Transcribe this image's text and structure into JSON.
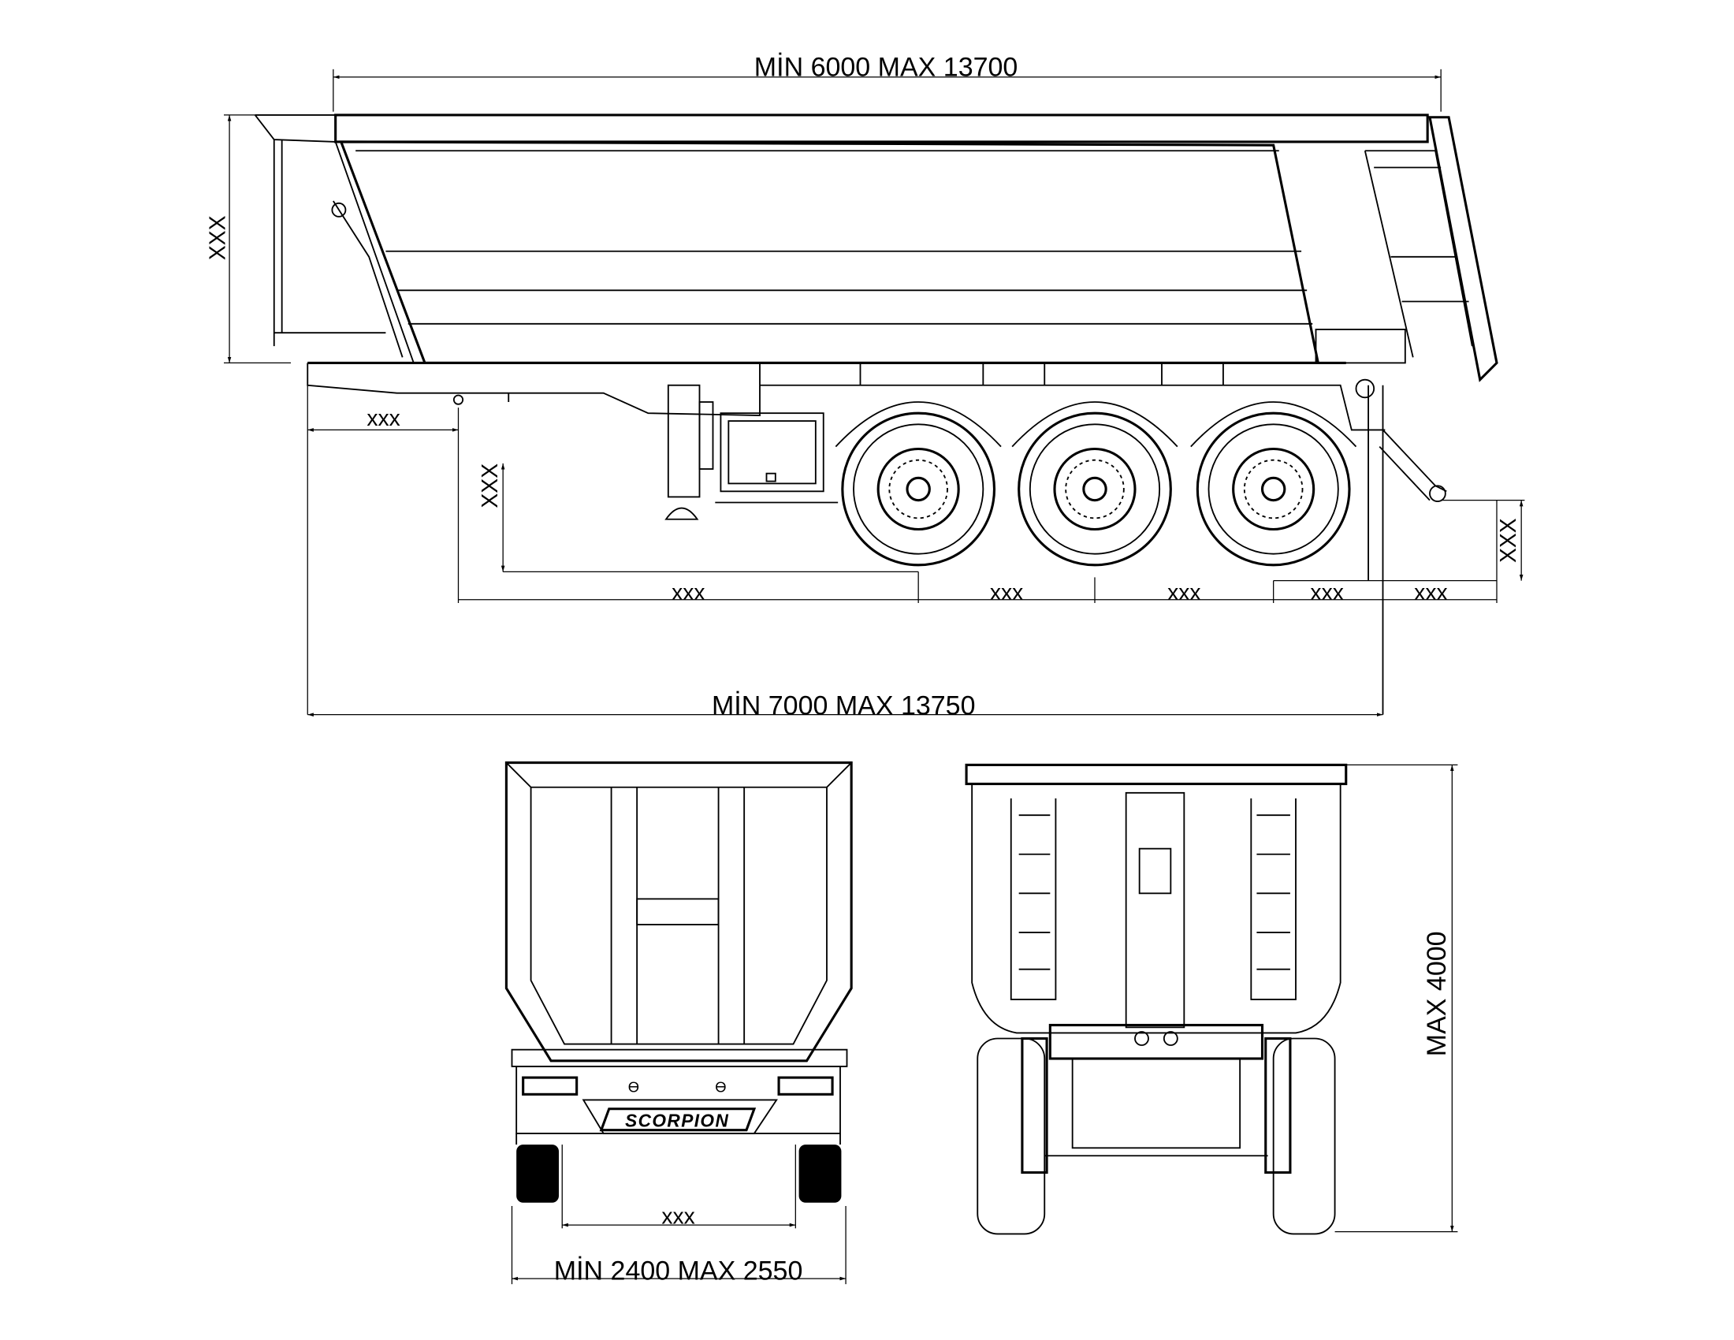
{
  "drawing": {
    "side_view": {
      "body_length_label": "MİN  6000  MAX  13700",
      "body_height_label": "XXX",
      "front_overhang_label": "xxx",
      "coupling_height_label": "XXX",
      "kingpin_to_axle_label": "xxx",
      "axle_spacing_1_label": "xxx",
      "axle_spacing_2_label": "xxx",
      "rear_axle_label": "xxx",
      "rear_overhang_label": "xxx",
      "rear_height_label": "XXX",
      "total_length_label": "MİN  7000  MAX  13750"
    },
    "rear_view": {
      "brand_logo": "SCORPION",
      "track_width_label": "xxx",
      "width_label": "MİN  2400  MAX  2550"
    },
    "front_view": {
      "height_label": "MAX 4000"
    }
  }
}
